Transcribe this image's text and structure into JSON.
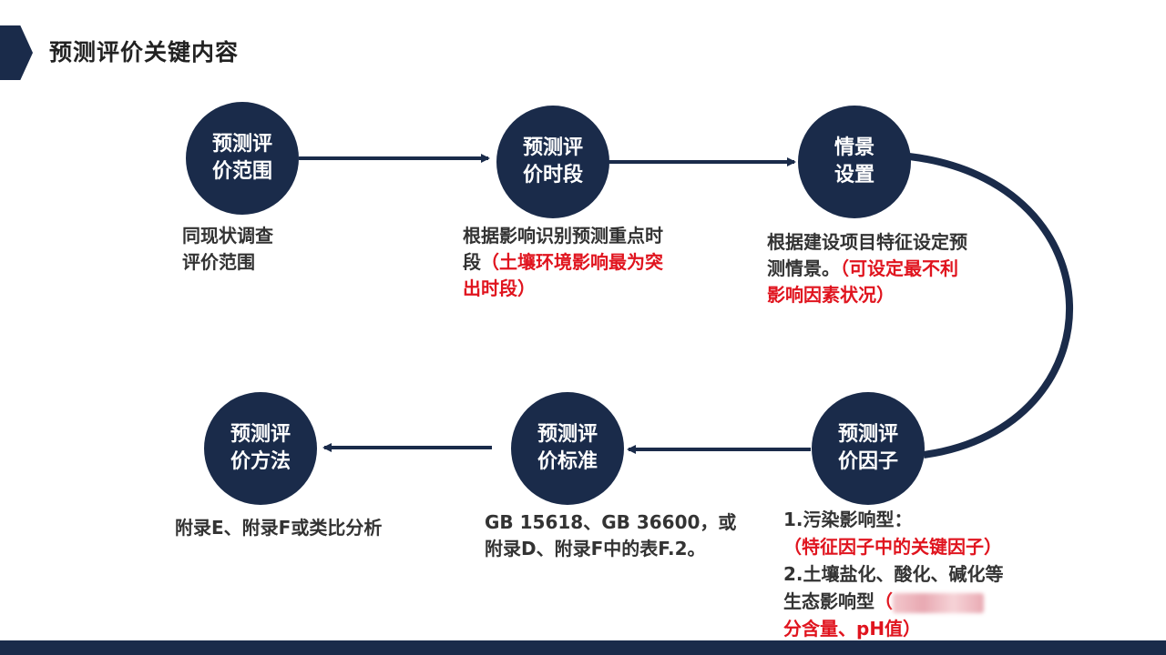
{
  "title": "预测评价关键内容",
  "nodes": {
    "scope": "预测评\n价范围",
    "period": "预测评\n价时段",
    "scenario": "情景\n设置",
    "factors": "预测评\n价因子",
    "standard": "预测评\n价标准",
    "method": "预测评\n价方法"
  },
  "descriptions": {
    "scope": "同现状调查\n评价范围",
    "period_a": "根据影响识别预测重点时段",
    "period_b": "（土壤环境影响最为突出时段）",
    "scenario_a": "根据建设项目特征设定预测情景。",
    "scenario_b": "（可设定最不利影响因素状况）",
    "factors_1": "1.污染影响型：",
    "factors_1_red": "（特征因子中的关键因子）",
    "factors_2": "2.土壤盐化、酸化、碱化等生态影响型",
    "factors_2_red_a": "（",
    "factors_2_red_b": "分含量、pH值）",
    "standard": "GB 15618、GB 36600，或附录D、附录F中的表F.2。",
    "method": "附录E、附录F或类比分析"
  },
  "colors": {
    "accent": "#1a2b4a",
    "highlight": "#e0141e",
    "text": "#333333"
  }
}
